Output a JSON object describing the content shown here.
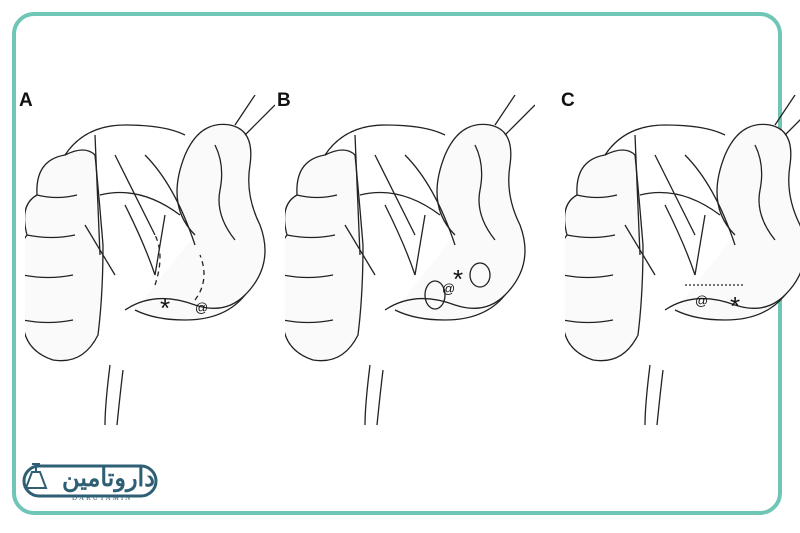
{
  "panels": [
    {
      "label": "A",
      "markers": {
        "star": "*",
        "at": "@"
      }
    },
    {
      "label": "B",
      "markers": {
        "star": "*",
        "at": "@"
      }
    },
    {
      "label": "C",
      "markers": {
        "star": "*",
        "at": "@"
      }
    }
  ],
  "logo": {
    "text": "داروتامین",
    "latin": "DARUTAMIN"
  },
  "colors": {
    "frame": "#6fc6b6",
    "logo": "#2f5f74"
  }
}
